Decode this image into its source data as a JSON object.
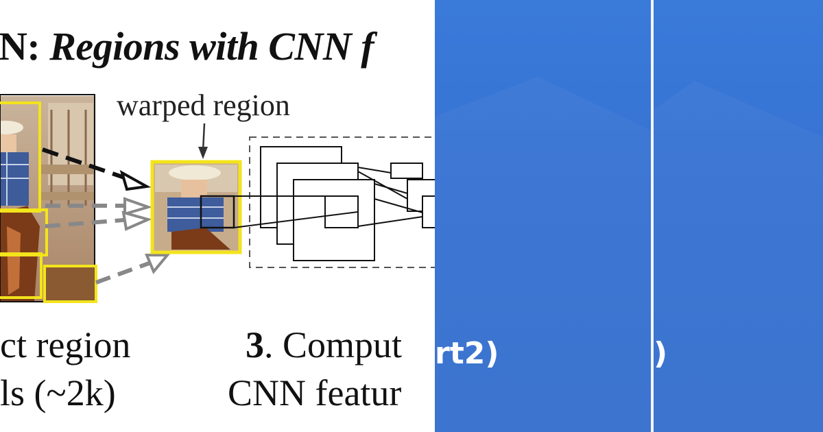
{
  "figure": {
    "title_prefix": "N: ",
    "title_italic": "Regions with CNN f",
    "warped_label": "warped region",
    "step2": {
      "line1": "ct region",
      "line2": "ls (~2k)"
    },
    "step3": {
      "number": "3",
      "line1_rest": ". Comput",
      "line2": "CNN featur"
    }
  },
  "thumbnails": [
    {
      "label": "rt2)"
    },
    {
      "label": ")"
    }
  ],
  "colors": {
    "highlight_yellow": "#f3e41c",
    "thumbnail_blue": "#3672d2",
    "divider": "#f2f5fb"
  }
}
